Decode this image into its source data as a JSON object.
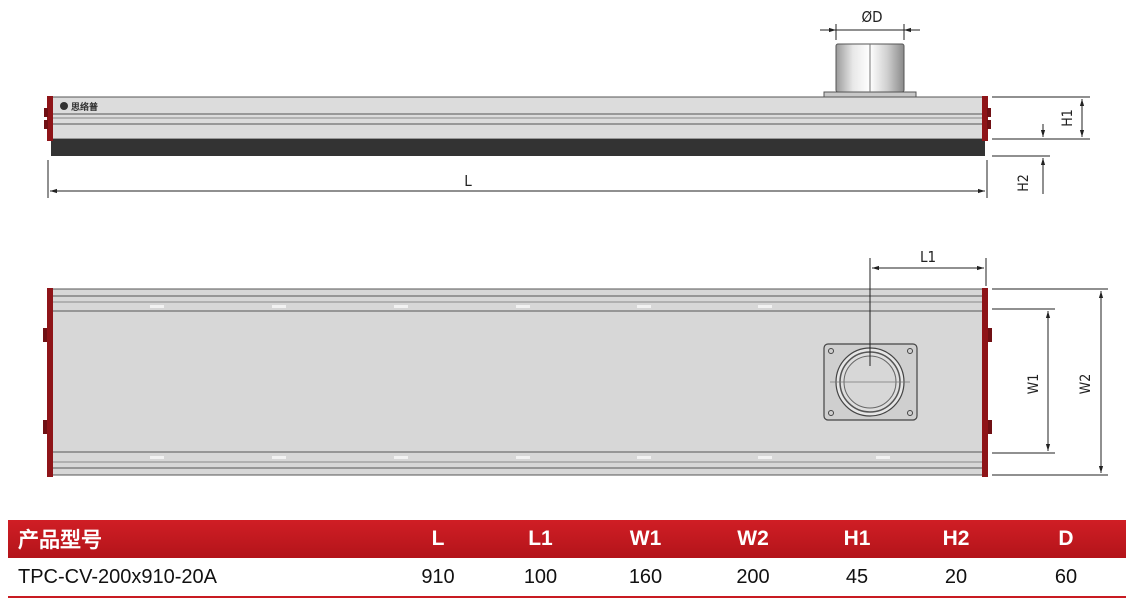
{
  "brand": {
    "logo_text": "思络普"
  },
  "dimensions": {
    "diameter": "ØD",
    "length": "L",
    "length1": "L1",
    "height1": "H1",
    "height2": "H2",
    "width1": "W1",
    "width2": "W2"
  },
  "spec_table": {
    "headers": [
      "产品型号",
      "L",
      "L1",
      "W1",
      "W2",
      "H1",
      "H2",
      "D"
    ],
    "rows": [
      [
        "TPC-CV-200x910-20A",
        "910",
        "100",
        "160",
        "200",
        "45",
        "20",
        "60"
      ]
    ]
  },
  "colors": {
    "header_red": "#c81b22",
    "end_cap": "#8e1418",
    "body_gray": "#d7d7d7",
    "base_black": "#333333"
  }
}
